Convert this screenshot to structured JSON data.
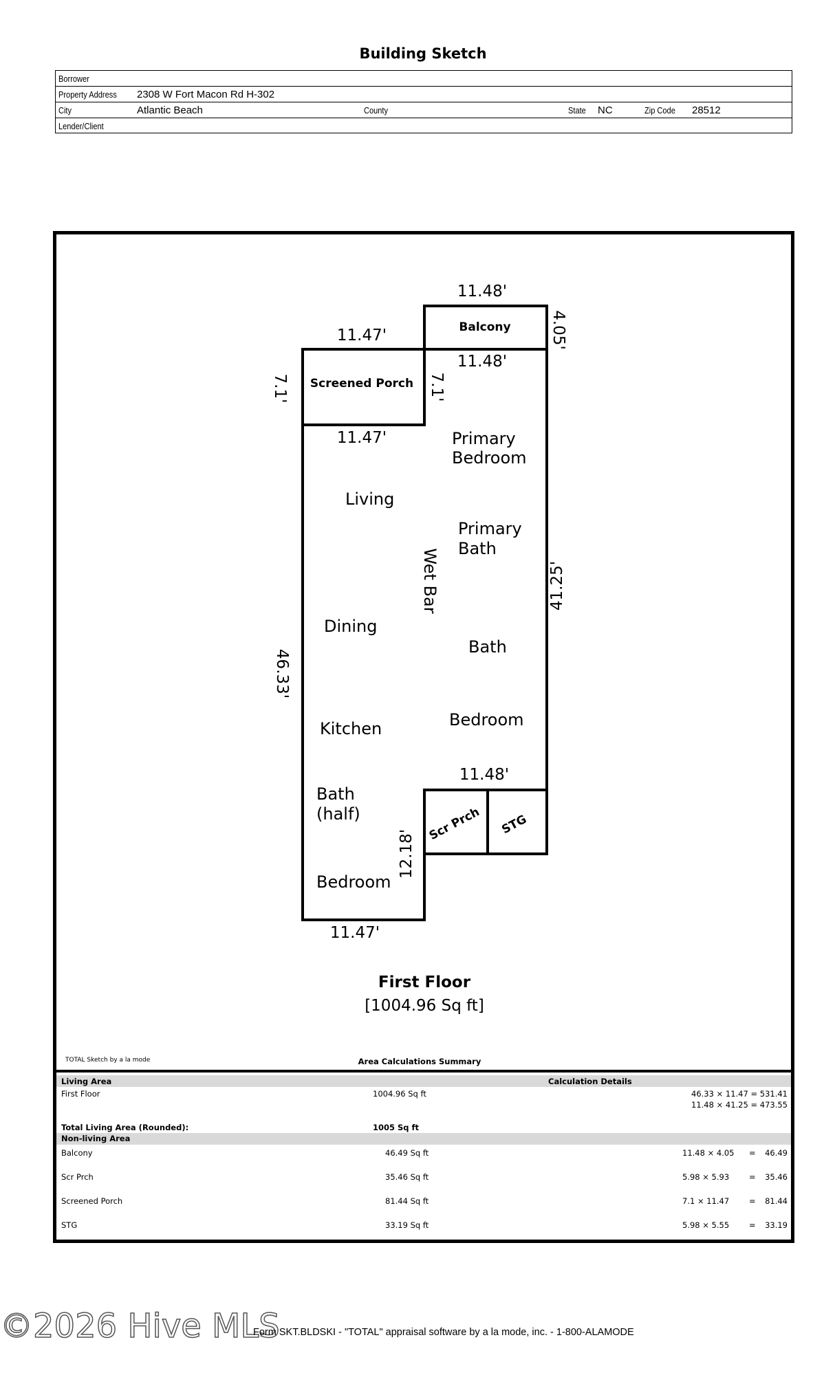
{
  "title": "Building Sketch",
  "header": {
    "borrower_label": "Borrower",
    "borrower_value": "",
    "address_label": "Property Address",
    "address_value": "2308 W Fort Macon Rd H-302",
    "city_label": "City",
    "city_value": "Atlantic Beach",
    "county_label": "County",
    "county_value": "",
    "state_label": "State",
    "state_value": "NC",
    "zip_label": "Zip Code",
    "zip_value": "28512",
    "lender_label": "Lender/Client",
    "lender_value": ""
  },
  "sketch": {
    "dims": {
      "balcony_top": "11.48'",
      "balcony_right": "4.05'",
      "porch_top": "11.47'",
      "porch_left": "7.1'",
      "porch_right": "7.1'",
      "bedroom_top": "11.48'",
      "porch_bottom": "11.47'",
      "right_side": "41.25'",
      "left_side": "46.33'",
      "lower_notch": "11.48'",
      "notch_side": "12.18'",
      "bottom": "11.47'"
    },
    "rooms": {
      "balcony": "Balcony",
      "screened_porch": "Screened Porch",
      "primary_bedroom_1": "Primary",
      "primary_bedroom_2": "Bedroom",
      "living": "Living",
      "primary_bath_1": "Primary",
      "primary_bath_2": "Bath",
      "wet_bar": "Wet Bar",
      "dining": "Dining",
      "bath": "Bath",
      "kitchen": "Kitchen",
      "bedroom_right": "Bedroom",
      "half_bath_1": "Bath",
      "half_bath_2": "(half)",
      "scr_prch": "Scr Prch",
      "stg": "STG",
      "bedroom_left": "Bedroom"
    },
    "floor_title": "First Floor",
    "floor_area": "[1004.96 Sq ft]"
  },
  "summary": {
    "software_note": "TOTAL Sketch by a la mode",
    "heading": "Area Calculations Summary",
    "living_label": "Living Area",
    "calc_label": "Calculation Details",
    "first_floor_label": "First Floor",
    "first_floor_area": "1004.96 Sq ft",
    "calc_1": "46.33 × 11.47  =  531.41",
    "calc_2": "11.48 × 41.25  =  473.55",
    "total_label": "Total Living Area (Rounded):",
    "total_value": "1005 Sq ft",
    "non_living_label": "Non-living Area",
    "items": [
      {
        "name": "Balcony",
        "area": "46.49 Sq ft",
        "calc": "11.48 × 4.05",
        "eq": "=",
        "result": "46.49"
      },
      {
        "name": "Scr Prch",
        "area": "35.46 Sq ft",
        "calc": "5.98 × 5.93",
        "eq": "=",
        "result": "35.46"
      },
      {
        "name": "Screened Porch",
        "area": "81.44 Sq ft",
        "calc": "7.1 × 11.47",
        "eq": "=",
        "result": "81.44"
      },
      {
        "name": "STG",
        "area": "33.19 Sq ft",
        "calc": "5.98 × 5.55",
        "eq": "=",
        "result": "33.19"
      }
    ]
  },
  "footer": {
    "watermark": "©2026 Hive MLS",
    "form_note": "Form SKT.BLDSKI - \"TOTAL\" appraisal software by a la mode, inc. - 1-800-ALAMODE"
  }
}
